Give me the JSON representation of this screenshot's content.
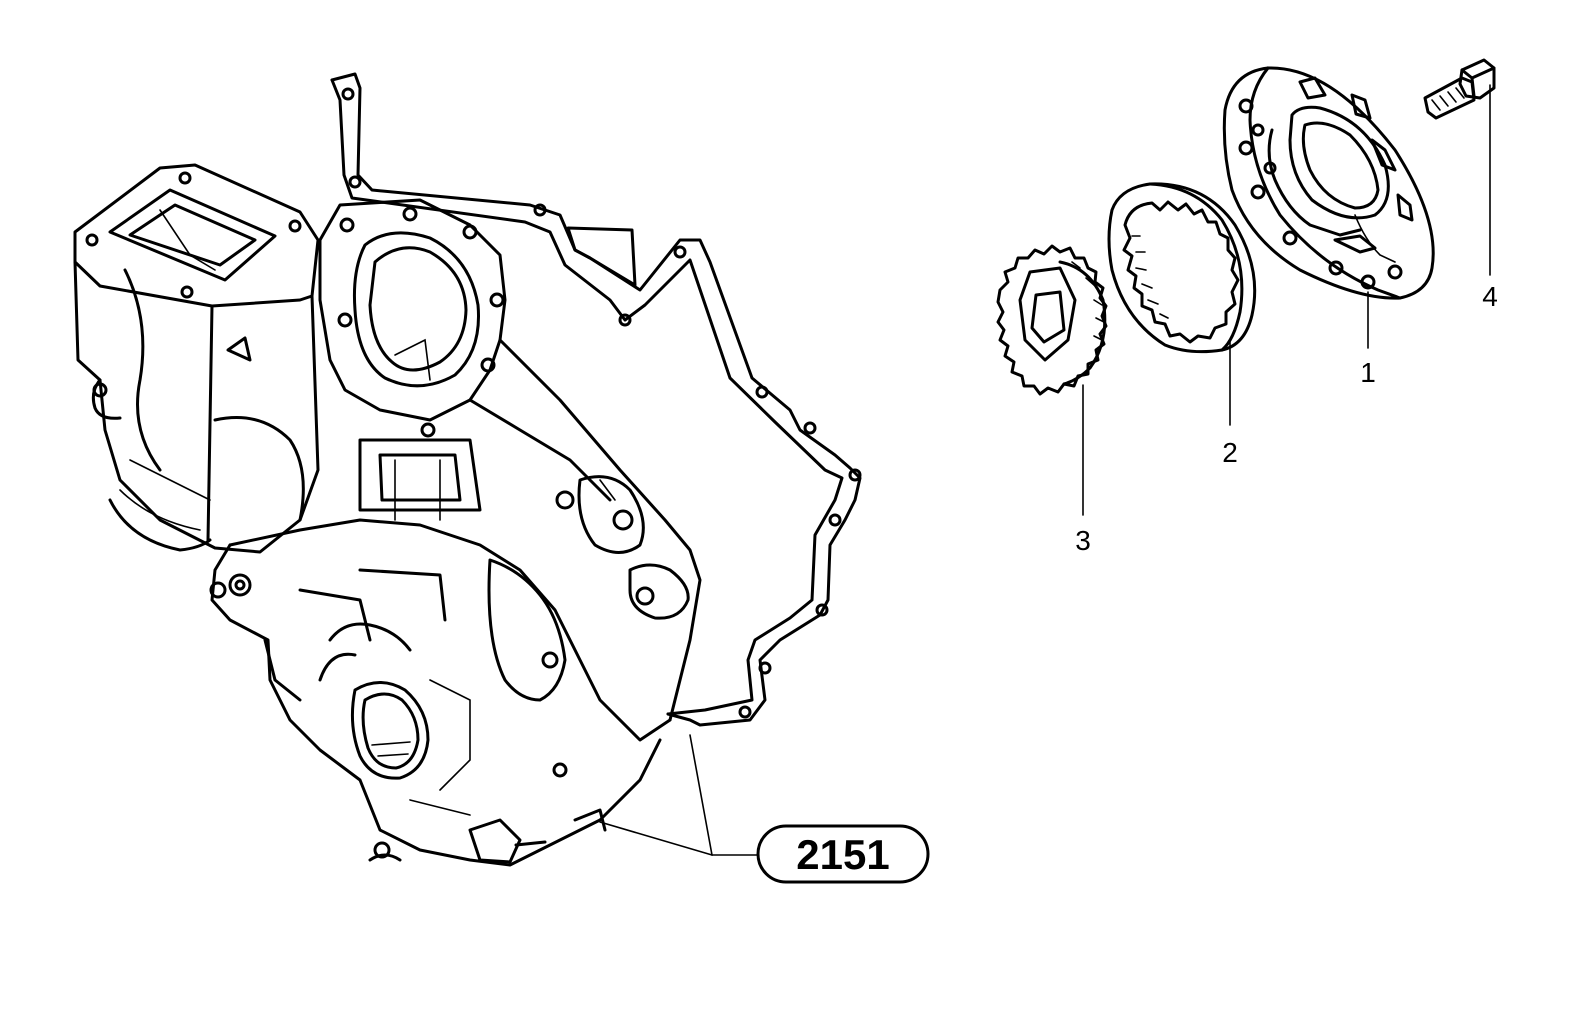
{
  "diagram": {
    "reference_label": "2151",
    "callouts": [
      {
        "id": "1",
        "label": "1"
      },
      {
        "id": "2",
        "label": "2"
      },
      {
        "id": "3",
        "label": "3"
      },
      {
        "id": "4",
        "label": "4"
      }
    ]
  }
}
